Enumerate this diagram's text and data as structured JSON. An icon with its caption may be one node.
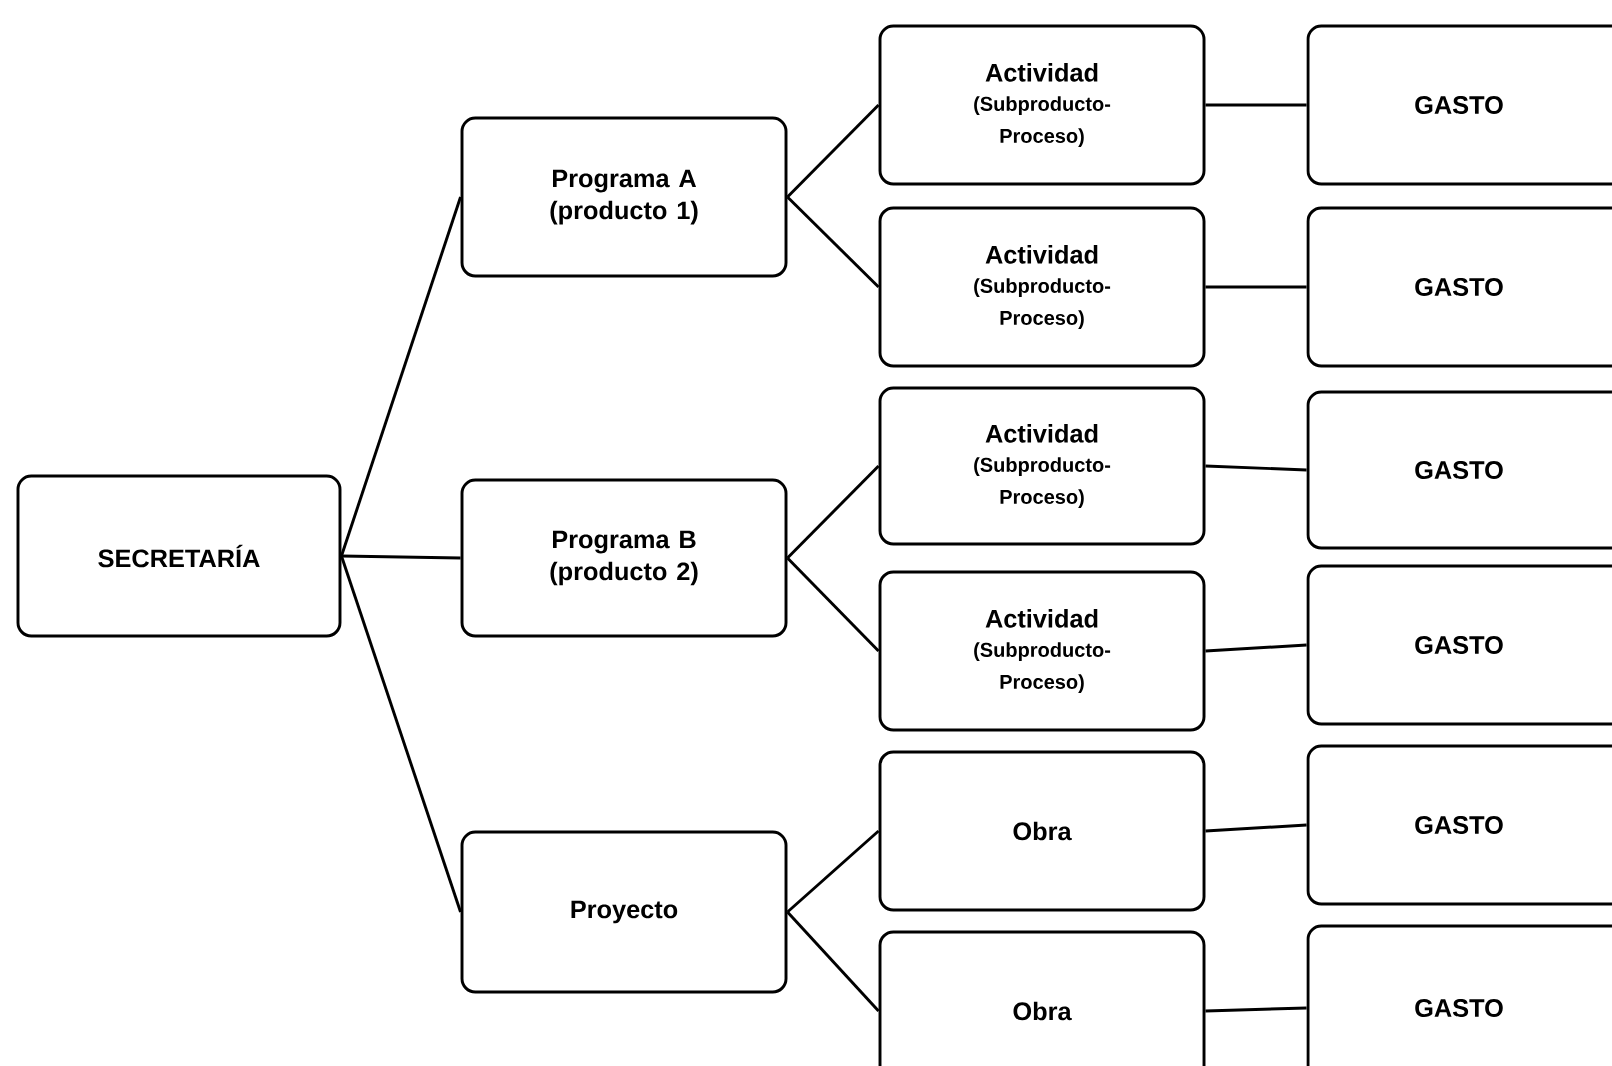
{
  "diagram": {
    "nodes": [
      {
        "text": [
          "SECRETARÍA"
        ]
      },
      {
        "text": [
          "Programa A (producto 1)"
        ]
      },
      {
        "text": [
          "Programa B (producto 2)"
        ]
      },
      {
        "text": [
          "Proyecto"
        ]
      },
      {
        "text": [
          "Actividad",
          "(Subproducto-Proceso)"
        ]
      },
      {
        "text": [
          "Actividad",
          "(Subproducto-Proceso)"
        ]
      },
      {
        "text": [
          "Actividad",
          "(Subproducto-Proceso)"
        ]
      },
      {
        "text": [
          "Actividad",
          "(Subproducto-Proceso)"
        ]
      },
      {
        "text": [
          "Obra"
        ]
      },
      {
        "text": [
          "Obra"
        ]
      },
      {
        "text": [
          "GASTO"
        ]
      },
      {
        "text": [
          "GASTO"
        ]
      },
      {
        "text": [
          "GASTO"
        ]
      },
      {
        "text": [
          "GASTO"
        ]
      },
      {
        "text": [
          "GASTO"
        ]
      },
      {
        "text": [
          "GASTO"
        ]
      }
    ],
    "edges": [
      {
        "from": 0,
        "to": 1,
        "arrow": "none"
      },
      {
        "from": 0,
        "to": 2,
        "arrow": "none"
      },
      {
        "from": 0,
        "to": 3,
        "arrow": "none"
      },
      {
        "from": 1,
        "to": 4,
        "arrow": "none"
      },
      {
        "from": 1,
        "to": 5,
        "arrow": "none"
      },
      {
        "from": 2,
        "to": 6,
        "arrow": "none"
      },
      {
        "from": 2,
        "to": 7,
        "arrow": "none"
      },
      {
        "from": 3,
        "to": 8,
        "arrow": "none"
      },
      {
        "from": 3,
        "to": 9,
        "arrow": "none"
      },
      {
        "from": 4,
        "to": 10,
        "arrow": "none"
      },
      {
        "from": 5,
        "to": 11,
        "arrow": "none"
      },
      {
        "from": 6,
        "to": 12,
        "arrow": "none"
      },
      {
        "from": 7,
        "to": 13,
        "arrow": "none"
      },
      {
        "from": 8,
        "to": 14,
        "arrow": "none"
      },
      {
        "from": 9,
        "to": 15,
        "arrow": "none"
      }
    ]
  }
}
